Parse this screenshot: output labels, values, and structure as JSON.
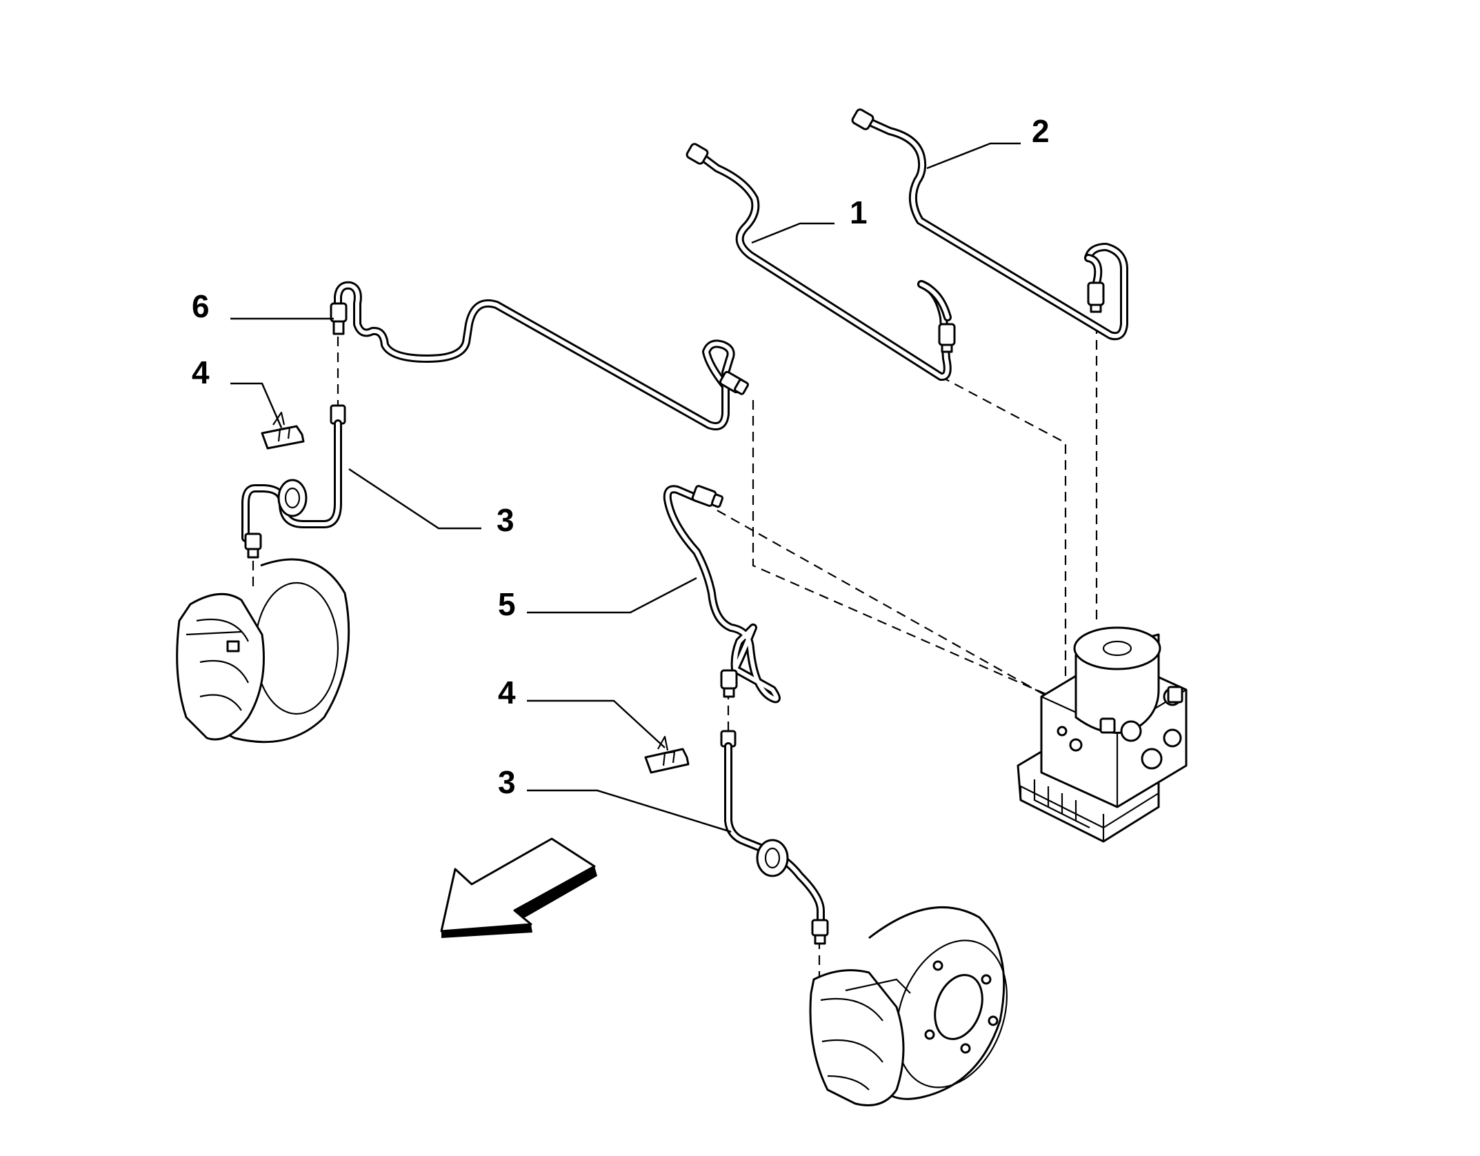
{
  "diagram": {
    "callouts": [
      {
        "id": "c1",
        "text": "1"
      },
      {
        "id": "c2",
        "text": "2"
      },
      {
        "id": "c3a",
        "text": "3"
      },
      {
        "id": "c3b",
        "text": "3"
      },
      {
        "id": "c4a",
        "text": "4"
      },
      {
        "id": "c4b",
        "text": "4"
      },
      {
        "id": "c5",
        "text": "5"
      },
      {
        "id": "c6",
        "text": "6"
      }
    ],
    "direction_arrow": "arrow-icon"
  }
}
